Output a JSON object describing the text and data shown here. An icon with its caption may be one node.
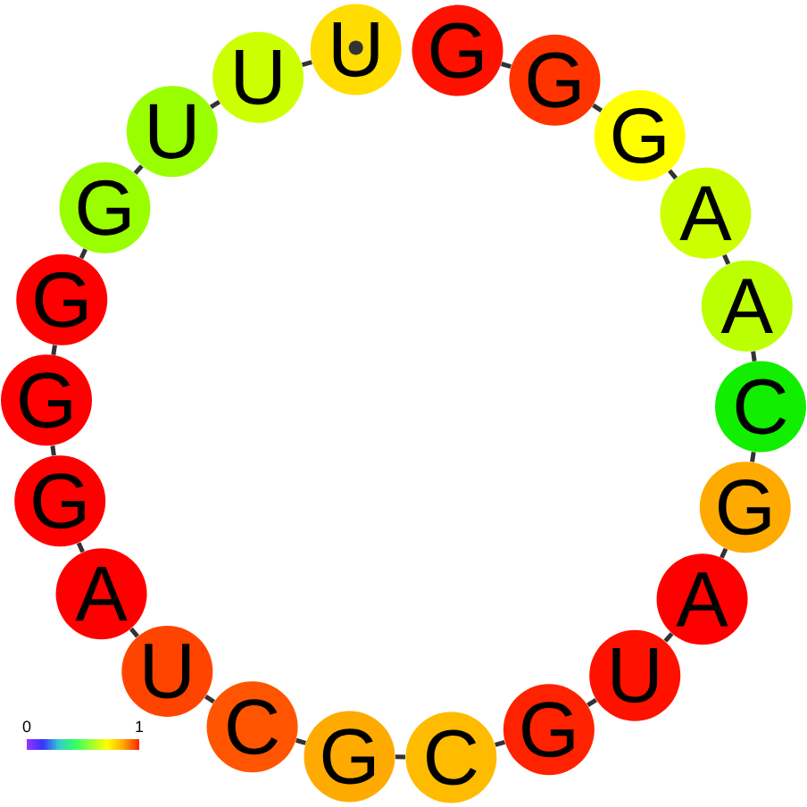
{
  "diagram": {
    "nodes": [
      {
        "text": [
          "G"
        ]
      },
      {
        "text": [
          "G"
        ]
      },
      {
        "text": [
          "G"
        ]
      },
      {
        "text": [
          "A"
        ]
      },
      {
        "text": [
          "A"
        ]
      },
      {
        "text": [
          "C"
        ]
      },
      {
        "text": [
          "G"
        ]
      },
      {
        "text": [
          "A"
        ]
      },
      {
        "text": [
          "U"
        ]
      },
      {
        "text": [
          "G"
        ]
      },
      {
        "text": [
          "C"
        ]
      },
      {
        "text": [
          "G"
        ]
      },
      {
        "text": [
          "C"
        ]
      },
      {
        "text": [
          "U"
        ]
      },
      {
        "text": [
          "A"
        ]
      },
      {
        "text": [
          "G"
        ]
      },
      {
        "text": [
          "G"
        ]
      },
      {
        "text": [
          "G"
        ]
      },
      {
        "text": [
          "G"
        ]
      },
      {
        "text": [
          "U"
        ]
      },
      {
        "text": [
          "U"
        ]
      },
      {
        "text": [
          "U"
        ]
      }
    ],
    "edges": [
      {
        "from": 0,
        "to": 1,
        "arrow": "none"
      },
      {
        "from": 1,
        "to": 2,
        "arrow": "none"
      },
      {
        "from": 2,
        "to": 3,
        "arrow": "none"
      },
      {
        "from": 3,
        "to": 4,
        "arrow": "none"
      },
      {
        "from": 4,
        "to": 5,
        "arrow": "none"
      },
      {
        "from": 5,
        "to": 6,
        "arrow": "none"
      },
      {
        "from": 6,
        "to": 7,
        "arrow": "none"
      },
      {
        "from": 7,
        "to": 8,
        "arrow": "none"
      },
      {
        "from": 8,
        "to": 9,
        "arrow": "none"
      },
      {
        "from": 9,
        "to": 10,
        "arrow": "none"
      },
      {
        "from": 10,
        "to": 11,
        "arrow": "none"
      },
      {
        "from": 11,
        "to": 12,
        "arrow": "none"
      },
      {
        "from": 12,
        "to": 13,
        "arrow": "none"
      },
      {
        "from": 13,
        "to": 14,
        "arrow": "none"
      },
      {
        "from": 14,
        "to": 15,
        "arrow": "none"
      },
      {
        "from": 15,
        "to": 16,
        "arrow": "none"
      },
      {
        "from": 16,
        "to": 17,
        "arrow": "none"
      },
      {
        "from": 17,
        "to": 18,
        "arrow": "none"
      },
      {
        "from": 18,
        "to": 19,
        "arrow": "none"
      },
      {
        "from": 19,
        "to": 20,
        "arrow": "none"
      },
      {
        "from": 20,
        "to": 21,
        "arrow": "none"
      }
    ],
    "labels": [
      "0",
      "1"
    ]
  }
}
